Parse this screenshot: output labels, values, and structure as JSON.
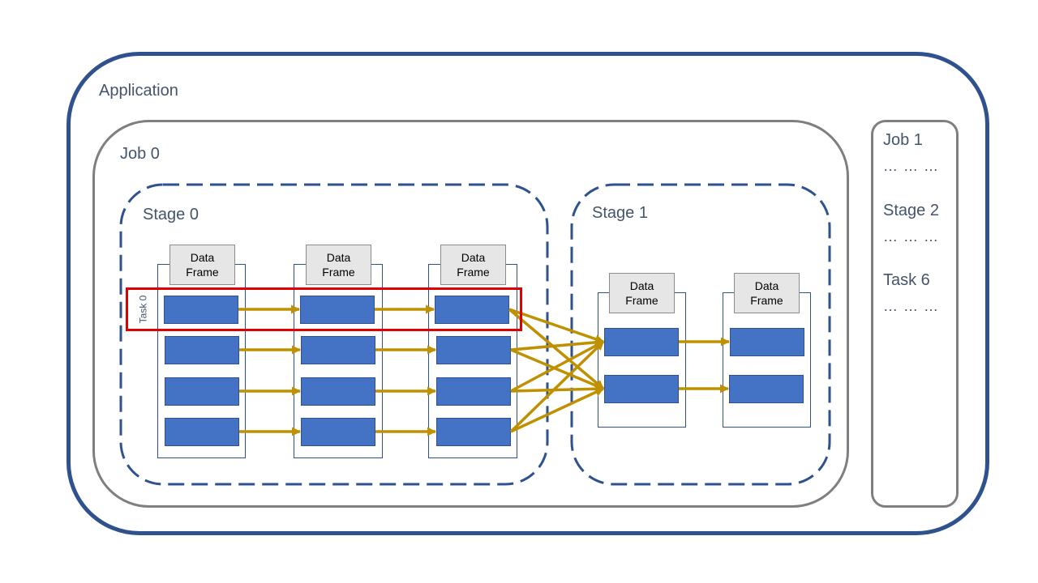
{
  "application": {
    "title": "Application"
  },
  "job0": {
    "title": "Job 0"
  },
  "stage0": {
    "title": "Stage 0",
    "columns": [
      {
        "header_line1": "Data",
        "header_line2": "Frame"
      },
      {
        "header_line1": "Data",
        "header_line2": "Frame"
      },
      {
        "header_line1": "Data",
        "header_line2": "Frame"
      }
    ],
    "task_label": "Task 0"
  },
  "stage1": {
    "title": "Stage 1",
    "columns": [
      {
        "header_line1": "Data",
        "header_line2": "Frame"
      },
      {
        "header_line1": "Data",
        "header_line2": "Frame"
      }
    ]
  },
  "side_panel": {
    "items": [
      {
        "label": "Job 1",
        "dots": "… … …"
      },
      {
        "label": "Stage 2",
        "dots": "… … …"
      },
      {
        "label": "Task 6",
        "dots": "… … …"
      }
    ]
  },
  "colors": {
    "application_border": "#2f528f",
    "job_border": "#7f7f7f",
    "stage_border": "#2f528f",
    "partition_fill": "#4472c4",
    "arrow": "#bf9000",
    "task_highlight": "#e00000",
    "header_fill": "#e7e6e6",
    "label_text": "#44546a"
  }
}
